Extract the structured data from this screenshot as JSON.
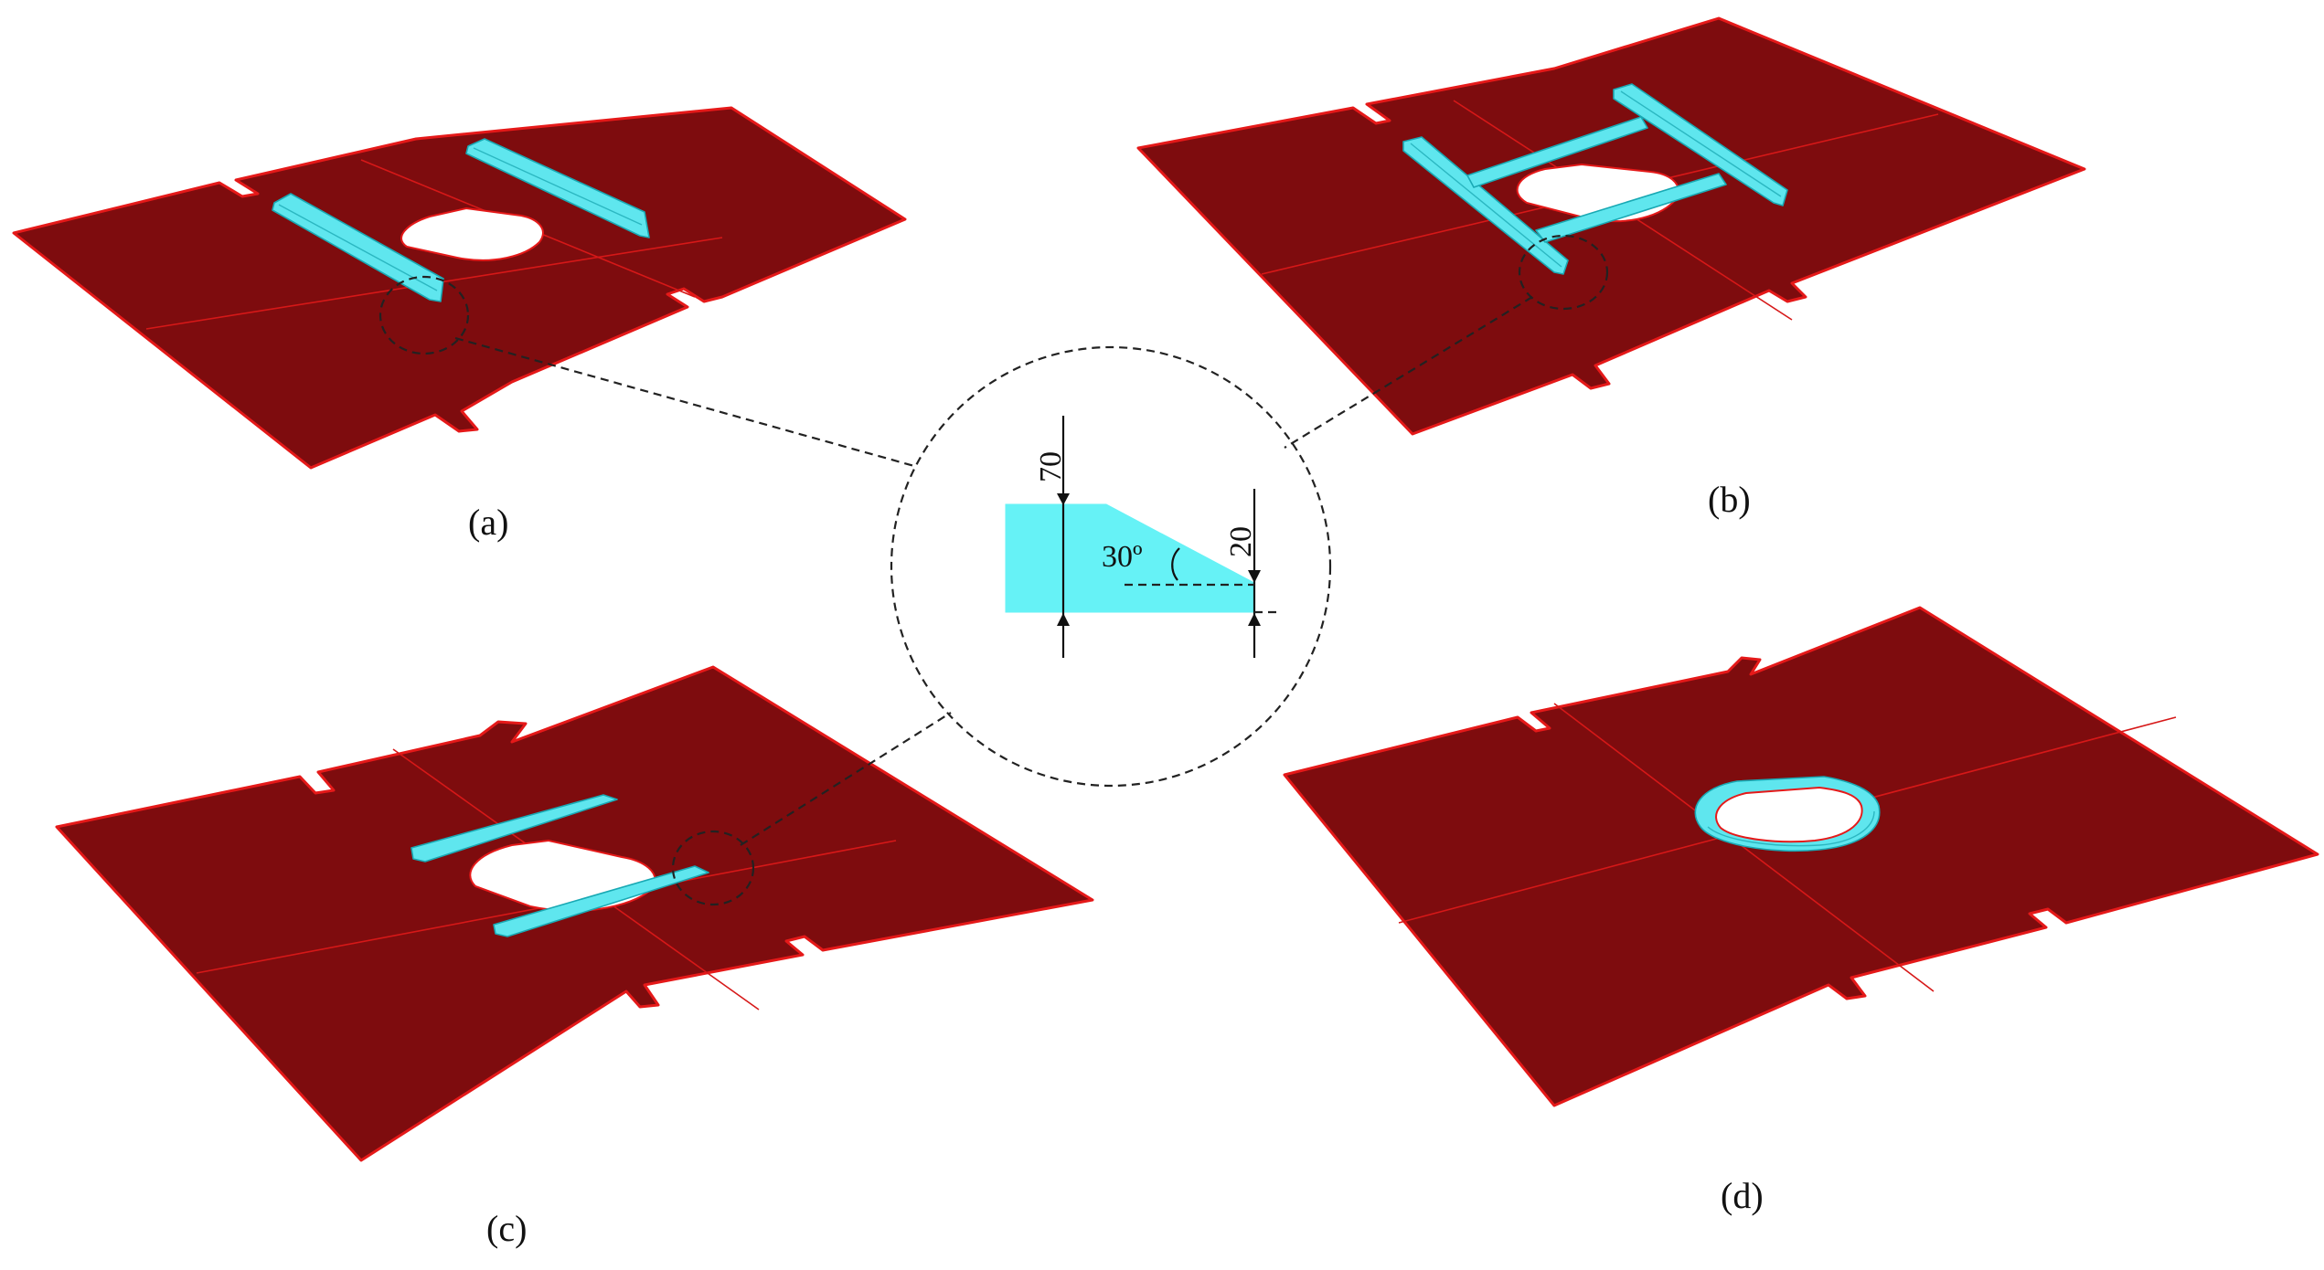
{
  "panels": [
    {
      "id": "a",
      "label": "(a)"
    },
    {
      "id": "b",
      "label": "(b)"
    },
    {
      "id": "c",
      "label": "(c)"
    },
    {
      "id": "d",
      "label": "(d)"
    }
  ],
  "detail": {
    "dimensions": {
      "height_total": "70",
      "height_end": "20",
      "angle": "30º"
    }
  },
  "colors": {
    "plate": "#7e0c0e",
    "plate_edge": "#e51919",
    "stiffener": "#5fe6ee",
    "stiffener_edge": "#19a9b4"
  }
}
